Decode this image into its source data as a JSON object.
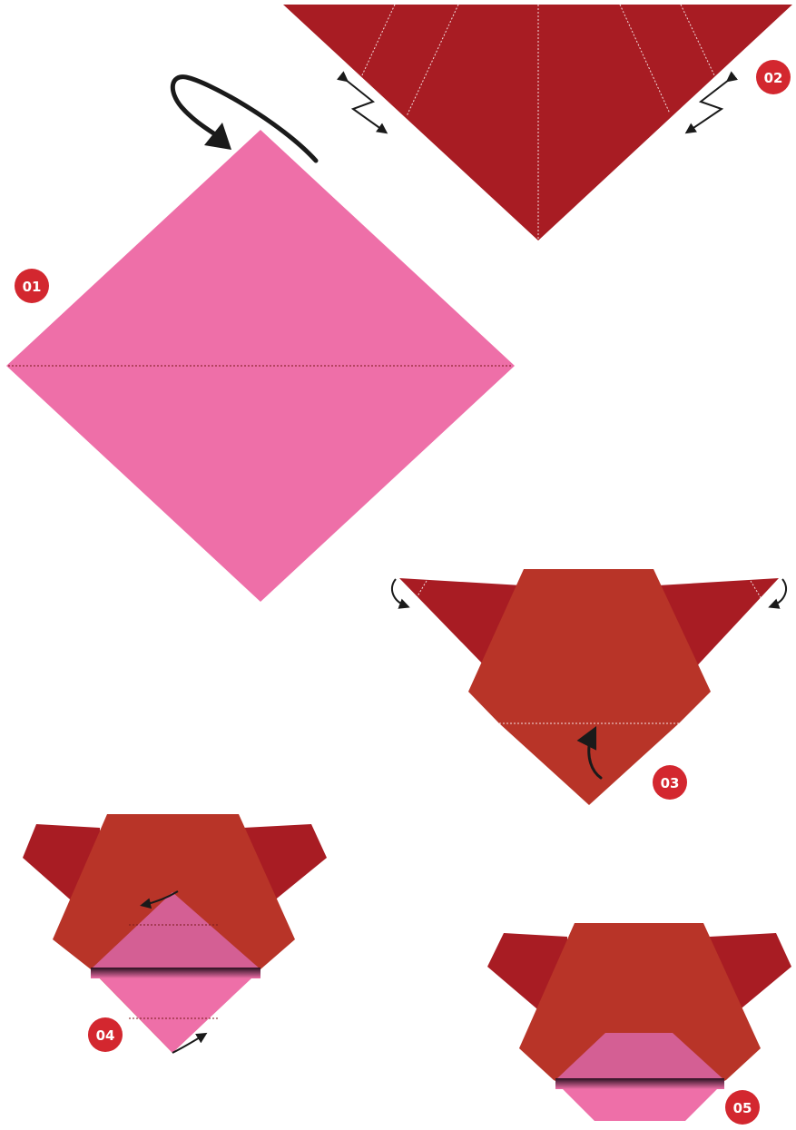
{
  "title": "",
  "colors": {
    "paper_pink": "#ee6fa8",
    "paper_pink_dark": "#d45f94",
    "paper_red": "#a81c23",
    "paper_brown": "#b83428",
    "badge_red": "#d3272f",
    "arrow": "#1a1a1a",
    "crease_dark": "#7a1a1a",
    "crease_light": "#ffffff"
  },
  "steps": [
    {
      "number": "01",
      "icon": "rotate-arrow-icon"
    },
    {
      "number": "02",
      "icon": "zigzag-fold-arrow-icon"
    },
    {
      "number": "03",
      "icon": "fold-up-arrow-icon"
    },
    {
      "number": "04",
      "icon": "fold-back-arrow-icon"
    },
    {
      "number": "05",
      "icon": ""
    }
  ]
}
